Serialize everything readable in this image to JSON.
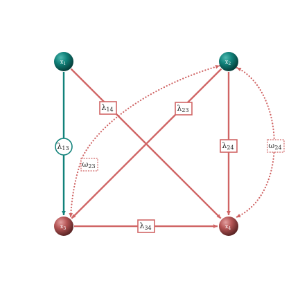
{
  "colors": {
    "teal": "#11827a",
    "red": "#d06565",
    "background": "#ffffff"
  },
  "nodes": [
    {
      "id": "x1",
      "label": "x",
      "sub": "1",
      "color": "teal"
    },
    {
      "id": "x2",
      "label": "x",
      "sub": "2",
      "color": "teal"
    },
    {
      "id": "x3",
      "label": "x",
      "sub": "3",
      "color": "red"
    },
    {
      "id": "x4",
      "label": "x",
      "sub": "4",
      "color": "red"
    }
  ],
  "edges": [
    {
      "id": "e13",
      "from": "x1",
      "to": "x3",
      "label": "λ",
      "sub": "13",
      "style": "solid",
      "color": "teal",
      "label_shape": "ellipse"
    },
    {
      "id": "e14",
      "from": "x1",
      "to": "x4",
      "label": "λ",
      "sub": "14",
      "style": "solid",
      "color": "red",
      "label_shape": "box"
    },
    {
      "id": "e23",
      "from": "x2",
      "to": "x3",
      "label": "λ",
      "sub": "23",
      "style": "solid",
      "color": "red",
      "label_shape": "box"
    },
    {
      "id": "e24",
      "from": "x2",
      "to": "x4",
      "label": "λ",
      "sub": "24",
      "style": "solid",
      "color": "red",
      "label_shape": "box"
    },
    {
      "id": "e34",
      "from": "x3",
      "to": "x4",
      "label": "λ",
      "sub": "34",
      "style": "solid",
      "color": "red",
      "label_shape": "box"
    },
    {
      "id": "w23",
      "from": "x2",
      "to": "x3",
      "label": "ω",
      "sub": "23",
      "style": "dotted",
      "color": "red",
      "label_shape": "dashed-box",
      "bidirectional": true
    },
    {
      "id": "w24",
      "from": "x2",
      "to": "x4",
      "label": "ω",
      "sub": "24",
      "style": "dotted",
      "color": "red",
      "label_shape": "dashed-box",
      "bidirectional": true
    }
  ]
}
